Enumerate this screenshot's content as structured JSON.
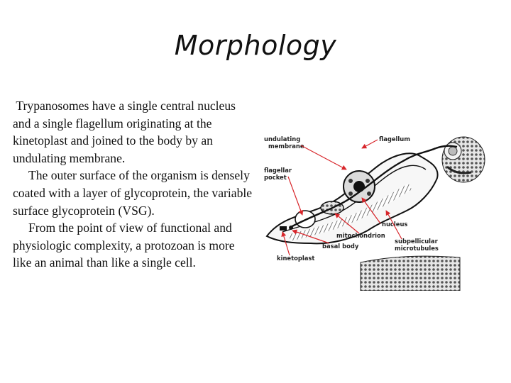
{
  "slide": {
    "title": "Morphology",
    "paragraphs": [
      " Trypanosomes have a single central nucleus and a single flagellum originating at the kinetoplast and joined to the body by an undulating membrane.",
      "     The outer surface of the organism is densely coated with a layer of glycoprotein, the variable surface glycoprotein (VSG).",
      "     From the point of view of functional and physiologic complexity, a protozoan is more like an animal than like a single cell."
    ]
  },
  "figure": {
    "labels": {
      "undulating": "undulating",
      "membrane": "membrane",
      "flagellum": "flagellum",
      "flagellar": "flagellar",
      "pocket": "pocket",
      "nucleus": "nucleus",
      "mitochondrion": "mitochondrion",
      "basal_body": "basal body",
      "subpellicular": "subpellicular",
      "microtubules": "microtubules",
      "kinetoplast": "kinetoplast"
    },
    "arrow_color": "#d8262b"
  }
}
